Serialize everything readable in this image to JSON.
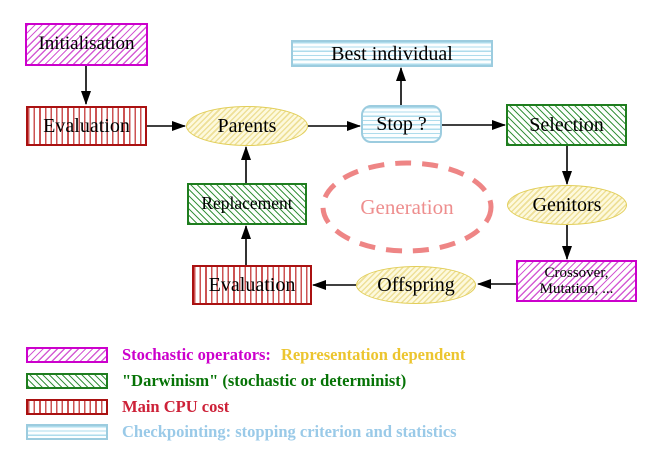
{
  "nodes": {
    "initialisation": "Initialisation",
    "evaluation_top": "Evaluation",
    "parents": "Parents",
    "best_individual": "Best individual",
    "stop": "Stop ?",
    "selection": "Selection",
    "replacement": "Replacement",
    "generation": "Generation",
    "genitors": "Genitors",
    "offspring": "Offspring",
    "evaluation_bottom": "Evaluation",
    "crossover_line1": "Crossover,",
    "crossover_line2": "Mutation, ..."
  },
  "legend": {
    "rows": [
      {
        "swatch": "magenta-diagonal-hatch",
        "part1": "Stochastic operators:",
        "part1_color": "#cc00cc",
        "part2": "Representation dependent",
        "part2_color": "#ecc52f"
      },
      {
        "swatch": "green-diagonal-hatch",
        "part1": "\"Darwinism\" (stochastic or determinist)",
        "part1_color": "#067306"
      },
      {
        "swatch": "red-vertical-stripes",
        "part1": "Main CPU cost",
        "part1_color": "#cd2138"
      },
      {
        "swatch": "cyan-horizontal-stripes",
        "part1": "Checkpointing: stopping criterion and statistics",
        "part1_color": "#9acae8"
      }
    ]
  },
  "colors": {
    "magenta_border": "#cc00cc",
    "red_border": "#aa1111",
    "green_border": "#1e7d1e",
    "cyan_border": "#9cccdf",
    "yellow_border": "#e2ce58",
    "generation_dash": "#ee8585",
    "arrow": "#000000"
  }
}
